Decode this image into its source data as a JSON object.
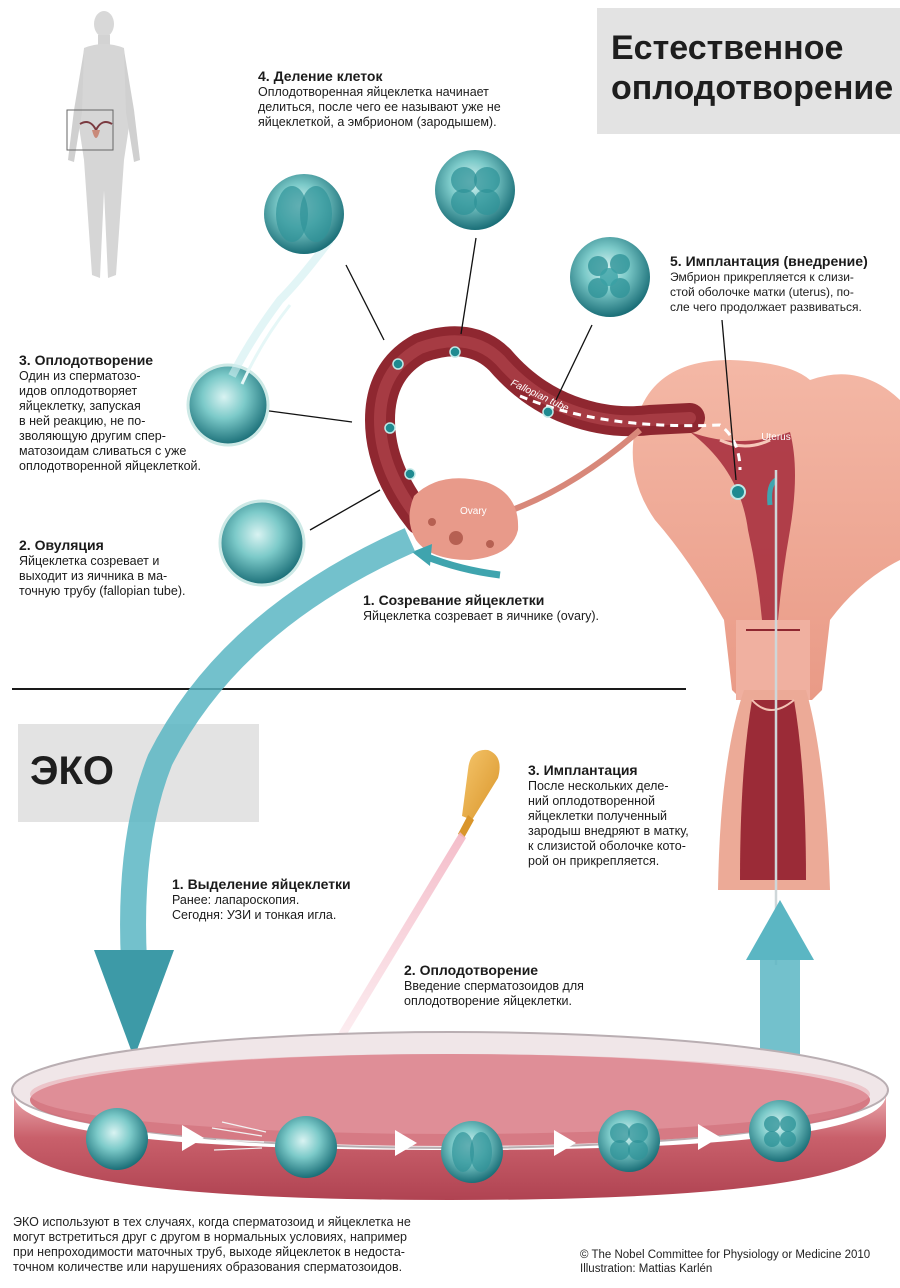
{
  "natural": {
    "title": "Естественное\nоплодотворение",
    "steps": [
      {
        "num": 1,
        "heading": "1. Созревание яйцеклетки",
        "text": "Яйцеклетка созревает в яичнике (ovary)."
      },
      {
        "num": 2,
        "heading": "2. Овуляция",
        "text": "Яйцеклетка созревает и\nвыходит из яичника в ма-\nточную трубу (fallopian tube)."
      },
      {
        "num": 3,
        "heading": "3. Оплодотворение",
        "text": "Один из сперматозо-\nидов оплодотворяет\nяйцеклетку, запуская\nв ней реакцию, не по-\nзволяющую другим спер-\nматозоидам сливаться с уже\nоплодотворенной яйцеклеткой."
      },
      {
        "num": 4,
        "heading": "4. Деление клеток",
        "text": "Оплодотворенная яйцеклетка начинает\nделиться, после чего ее называют уже не\nяйцеклеткой, а эмбрионом (зародышем)."
      },
      {
        "num": 5,
        "heading": "5. Имплантация (внедрение)",
        "text": "Эмбрион прикрепляется к слизи-\nстой оболочке матки (uterus), по-\nсле чего продолжает развиваться."
      }
    ],
    "organ_labels": {
      "fallopian": "Fallopian tube",
      "ovary": "Ovary",
      "uterus": "Uterus"
    }
  },
  "ivf": {
    "title": "ЭКО",
    "steps": [
      {
        "num": 1,
        "heading": "1. Выделение яйцеклетки",
        "text": "Ранее: лапароскопия.\nСегодня: УЗИ и тонкая игла."
      },
      {
        "num": 2,
        "heading": "2. Оплодотворение",
        "text": "Введение сперматозоидов для\nоплодотворение яйцеклетки."
      },
      {
        "num": 3,
        "heading": "3. Имплантация",
        "text": "После нескольких деле-\nний оплодотворенной\nяйцеклетки полученный\nзародыш внедряют в матку,\nк слизистой оболочке кото-\nрой он прикрепляется."
      }
    ]
  },
  "footer": {
    "note": "ЭКО используют в тех случаях, когда сперматозоид и яйцеклетка не\nмогут встретиться друг с другом в нормальных условиях, например\nпри непроходимости маточных труб, выходе яйцеклеток в недоста-\nточном количестве или нарушениях образования сперматозоидов.",
    "credit": "© The Nobel Committee for Physiology or Medicine 2010\nIllustration: Mattias Karlén"
  },
  "colors": {
    "cell": "#1f8a90",
    "cell_light": "#b9e6e6",
    "tube": "#8f2730",
    "uterus": "#efa894",
    "arrow": "#5bb6c3",
    "dish": "#c2525e",
    "title_bg": "#e3e3e3"
  }
}
